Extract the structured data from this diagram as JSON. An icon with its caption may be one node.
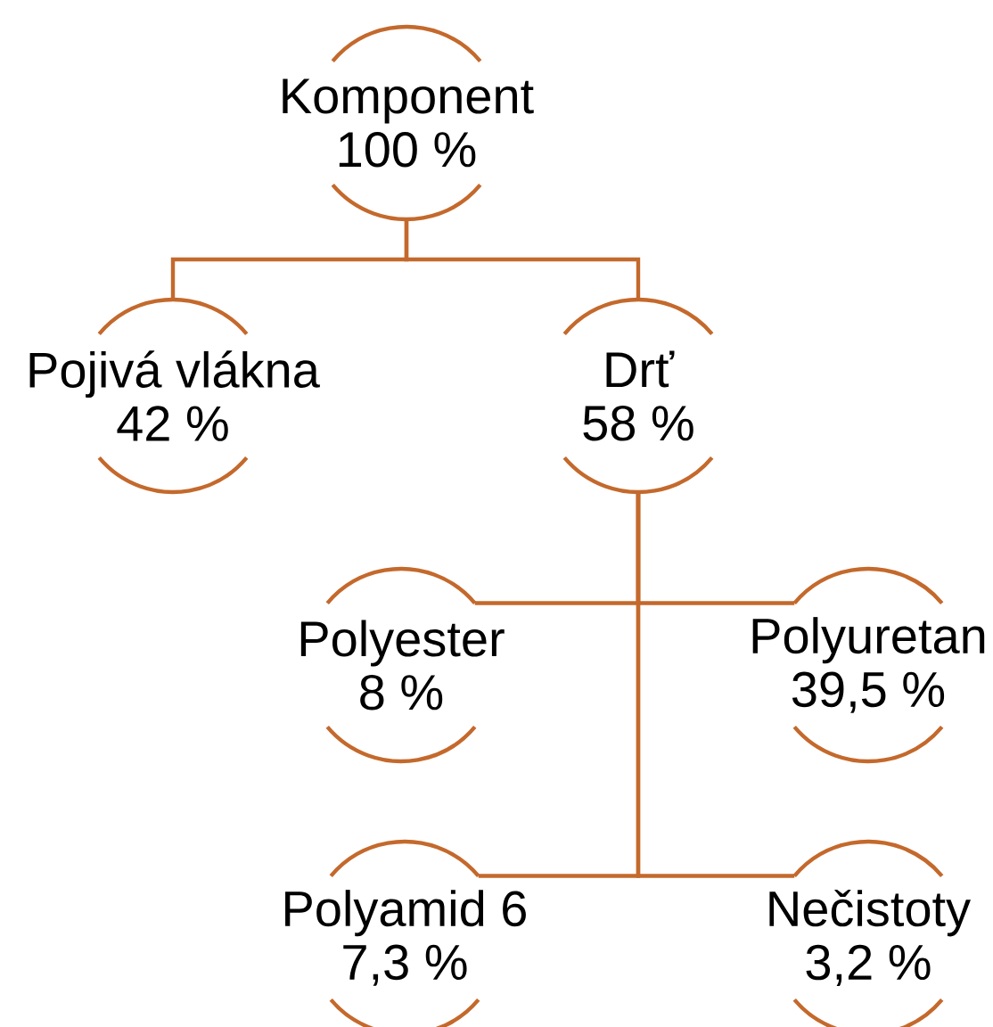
{
  "diagram": {
    "nodes": [
      {
        "text": [
          "Komponent",
          "100 %"
        ]
      },
      {
        "text": [
          "Pojivá vlákna",
          "42 %"
        ]
      },
      {
        "text": [
          "Drť",
          "58 %"
        ]
      },
      {
        "text": [
          "Polyester",
          "8 %"
        ]
      },
      {
        "text": [
          "Polyuretan",
          "39,5 %"
        ]
      },
      {
        "text": [
          "Polyamid 6",
          "7,3 %"
        ]
      },
      {
        "text": [
          "Nečistoty",
          "3,2 %"
        ]
      }
    ],
    "edges": [
      {
        "from": 0,
        "to": 1,
        "arrow": "none"
      },
      {
        "from": 0,
        "to": 2,
        "arrow": "none"
      },
      {
        "from": 2,
        "to": 3,
        "arrow": "none"
      },
      {
        "from": 2,
        "to": 4,
        "arrow": "none"
      },
      {
        "from": 2,
        "to": 5,
        "arrow": "none"
      },
      {
        "from": 2,
        "to": 6,
        "arrow": "none"
      }
    ]
  }
}
